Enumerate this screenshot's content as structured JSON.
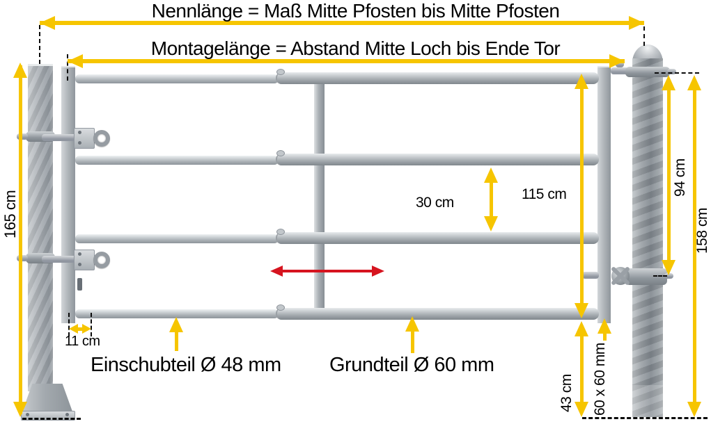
{
  "annotations": {
    "nennlaenge": "Nennlänge = Maß Mitte Pfosten bis Mitte Pfosten",
    "montagelaenge": "Montagelänge = Abstand Mitte Loch bis Ende Tor",
    "post_height": "165 cm",
    "hole_offset": "11 cm",
    "rail_gap": "30 cm",
    "gate_height": "115 cm",
    "clamp_distance": "94 cm",
    "post_above_ground": "158 cm",
    "ground_clearance": "43 cm",
    "frame_profile": "60 x 60 mm",
    "insert_part": "Einschubteil Ø 48 mm",
    "base_part": "Grundteil Ø 60 mm"
  },
  "colors": {
    "arrow": "#f6c500",
    "slide": "#d6141f",
    "text": "#000000"
  }
}
